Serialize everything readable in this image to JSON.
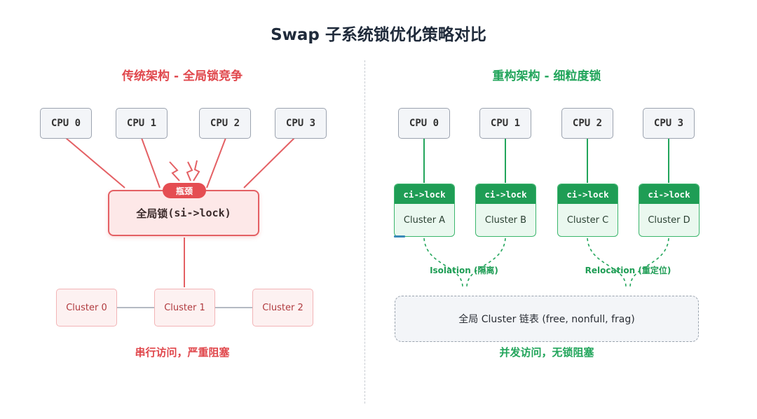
{
  "title": "Swap 子系统锁优化策略对比",
  "left": {
    "section_title": "传统架构 - 全局锁竞争",
    "cpus": [
      "CPU 0",
      "CPU 1",
      "CPU 2",
      "CPU 3"
    ],
    "badge": "瓶颈",
    "lock_prefix": "全局锁 ",
    "lock_code": "(si->lock)",
    "clusters": [
      "Cluster 0",
      "Cluster 1",
      "Cluster 2"
    ],
    "footer": "串行访问，严重阻塞"
  },
  "right": {
    "section_title": "重构架构 - 细粒度锁",
    "cpus": [
      "CPU 0",
      "CPU 1",
      "CPU 2",
      "CPU 3"
    ],
    "lock_label": "ci->lock",
    "clusters": [
      "Cluster A",
      "Cluster B",
      "Cluster C",
      "Cluster D"
    ],
    "isolation_label": "Isolation (隔离)",
    "relocation_label": "Relocation (重定位)",
    "global_list": "全局 Cluster 链表 (free, nonfull, frag)",
    "footer": "并发访问，无锁阻塞"
  },
  "colors": {
    "red": "#e0474c",
    "green": "#1f9d55",
    "neutral": "#9ca3af"
  }
}
